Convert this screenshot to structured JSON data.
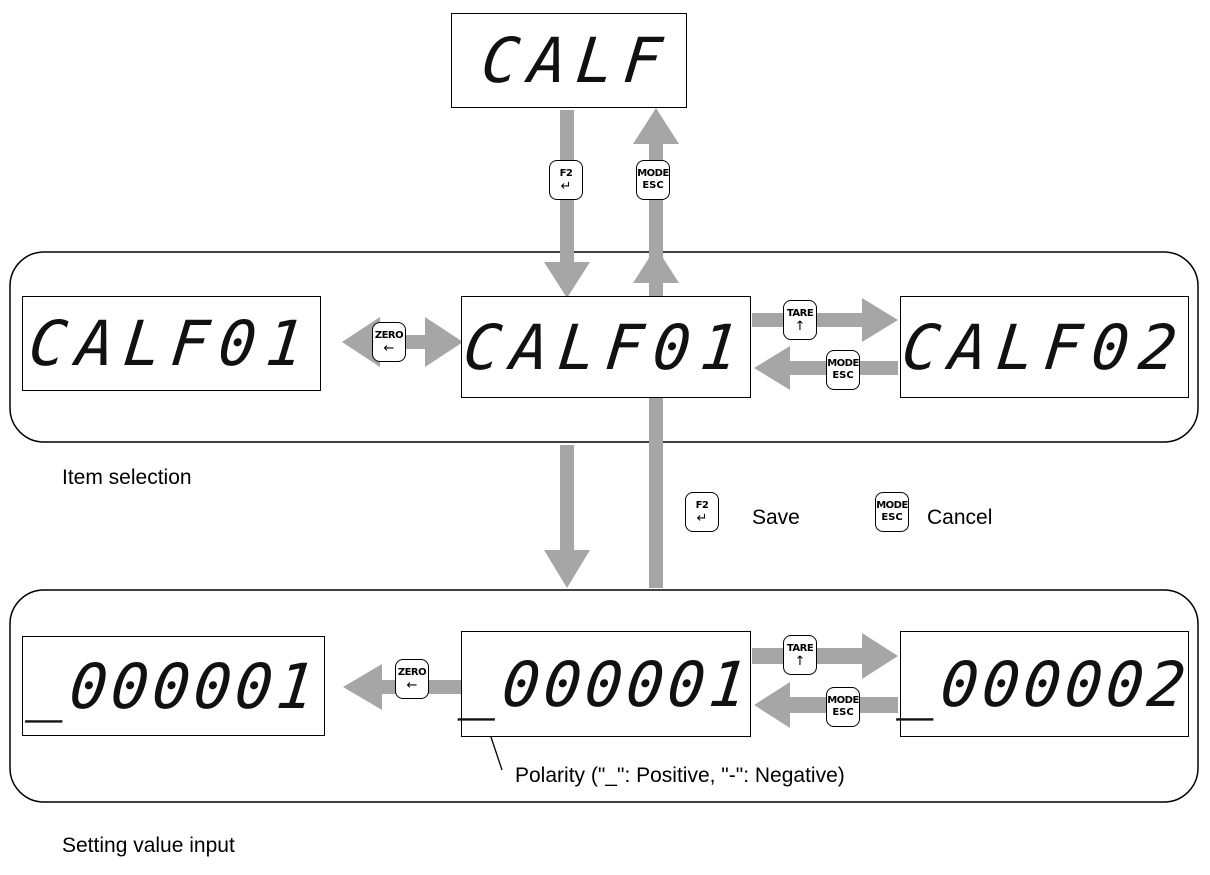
{
  "displays": {
    "top": "CALF",
    "item_left": "CALF01",
    "item_center": "CALF01",
    "item_right": "CALF02",
    "value_left": "_000001",
    "value_center": "_000001",
    "value_right": "_000002"
  },
  "keys": {
    "f2": {
      "top": "F2",
      "glyph": "↵"
    },
    "mode": {
      "top": "MODE",
      "bottom": "ESC"
    },
    "zero": {
      "top": "ZERO",
      "glyph": "←"
    },
    "tare": {
      "top": "TARE",
      "glyph": "↑"
    }
  },
  "labels": {
    "item_selection": "Item selection",
    "setting_value_input": "Setting value input",
    "save": "Save",
    "cancel": "Cancel",
    "polarity": "Polarity (\"_\": Positive, \"-\": Negative)"
  },
  "colors": {
    "arrow": "#a6a6a6",
    "border": "#000000"
  }
}
